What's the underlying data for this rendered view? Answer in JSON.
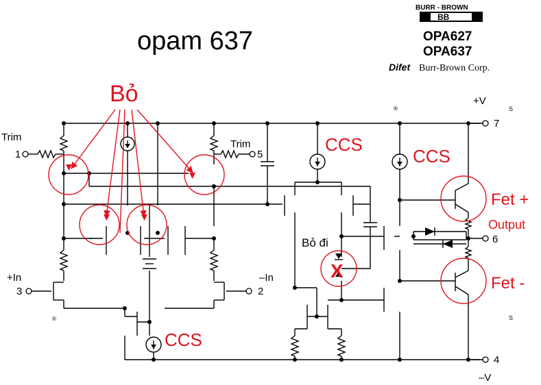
{
  "title": "opam 637",
  "logo": {
    "brand_text": "BURR - BROWN",
    "mark": "BB",
    "part1": "OPA627",
    "part2": "OPA637",
    "subline_bold": "Difet",
    "subline": "Burr-Brown Corp."
  },
  "annotations": {
    "remove_label": "Bỏ",
    "ccs1": "CCS",
    "ccs2": "CCS",
    "ccs3": "CCS",
    "remove_away": "Bỏ đi",
    "x_mark": "X",
    "fet_plus": "Fet +",
    "output": "Output",
    "fet_minus": "Fet -"
  },
  "pins": {
    "plus_v": "+V",
    "plus_v_sub": "S",
    "pin7": "7",
    "trim_left": "Trim",
    "pin1": "1",
    "trim_right": "Trim",
    "pin5": "5",
    "pin6": "6",
    "plus_in": "+In",
    "pin3": "3",
    "minus_in": "–In",
    "pin2": "2",
    "minus_v_sub": "S",
    "pin4": "4",
    "minus_v": "–V",
    "reg1": "®",
    "reg2": "®"
  },
  "colors": {
    "annotation": "#e0141e",
    "wire": "#000000"
  }
}
